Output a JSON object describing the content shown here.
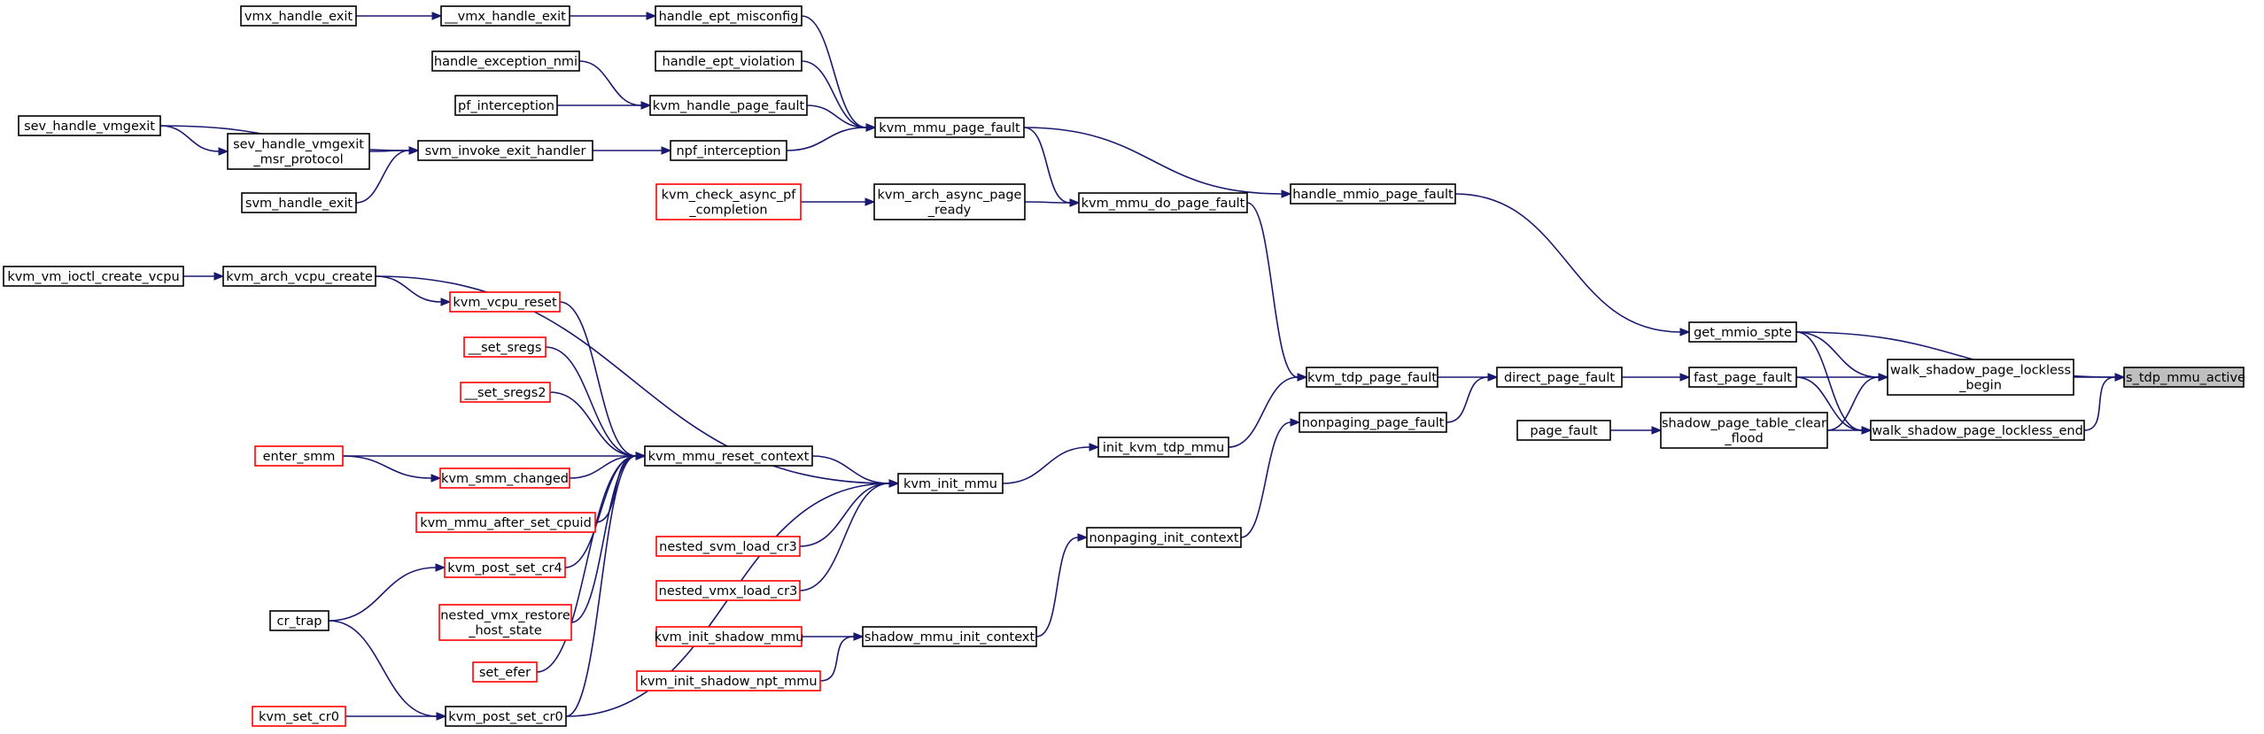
{
  "nodes": {
    "is_tdp_mmu_active": {
      "label": [
        "is_tdp_mmu_active"
      ],
      "style": "highlight"
    },
    "walk_shadow_page_lockless_begin": {
      "label": [
        "walk_shadow_page_lockless",
        "_begin"
      ],
      "style": "black"
    },
    "walk_shadow_page_lockless_end": {
      "label": [
        "walk_shadow_page_lockless_end"
      ],
      "style": "black"
    },
    "get_mmio_spte": {
      "label": [
        "get_mmio_spte"
      ],
      "style": "black"
    },
    "fast_page_fault": {
      "label": [
        "fast_page_fault"
      ],
      "style": "black"
    },
    "shadow_page_table_clear_flood": {
      "label": [
        "shadow_page_table_clear",
        "_flood"
      ],
      "style": "black"
    },
    "page_fault": {
      "label": [
        "page_fault"
      ],
      "style": "black"
    },
    "direct_page_fault": {
      "label": [
        "direct_page_fault"
      ],
      "style": "black"
    },
    "handle_mmio_page_fault": {
      "label": [
        "handle_mmio_page_fault"
      ],
      "style": "black"
    },
    "kvm_tdp_page_fault": {
      "label": [
        "kvm_tdp_page_fault"
      ],
      "style": "black"
    },
    "nonpaging_page_fault": {
      "label": [
        "nonpaging_page_fault"
      ],
      "style": "black"
    },
    "kvm_mmu_page_fault": {
      "label": [
        "kvm_mmu_page_fault"
      ],
      "style": "black"
    },
    "kvm_mmu_do_page_fault": {
      "label": [
        "kvm_mmu_do_page_fault"
      ],
      "style": "black"
    },
    "init_kvm_tdp_mmu": {
      "label": [
        "init_kvm_tdp_mmu"
      ],
      "style": "black"
    },
    "nonpaging_init_context": {
      "label": [
        "nonpaging_init_context"
      ],
      "style": "black"
    },
    "shadow_mmu_init_context": {
      "label": [
        "shadow_mmu_init_context"
      ],
      "style": "black"
    },
    "kvm_init_mmu": {
      "label": [
        "kvm_init_mmu"
      ],
      "style": "black"
    },
    "kvm_mmu_reset_context": {
      "label": [
        "kvm_mmu_reset_context"
      ],
      "style": "black"
    },
    "kvm_arch_async_page_ready": {
      "label": [
        "kvm_arch_async_page",
        "_ready"
      ],
      "style": "black"
    },
    "kvm_check_async_pf_completion": {
      "label": [
        "kvm_check_async_pf",
        "_completion"
      ],
      "style": "red"
    },
    "handle_ept_misconfig": {
      "label": [
        "handle_ept_misconfig"
      ],
      "style": "black"
    },
    "handle_ept_violation": {
      "label": [
        "handle_ept_violation"
      ],
      "style": "black"
    },
    "kvm_handle_page_fault": {
      "label": [
        "kvm_handle_page_fault"
      ],
      "style": "black"
    },
    "npf_interception": {
      "label": [
        "npf_interception"
      ],
      "style": "black"
    },
    "__vmx_handle_exit": {
      "label": [
        "__vmx_handle_exit"
      ],
      "style": "black"
    },
    "vmx_handle_exit": {
      "label": [
        "vmx_handle_exit"
      ],
      "style": "black"
    },
    "handle_exception_nmi": {
      "label": [
        "handle_exception_nmi"
      ],
      "style": "black"
    },
    "pf_interception": {
      "label": [
        "pf_interception"
      ],
      "style": "black"
    },
    "svm_invoke_exit_handler": {
      "label": [
        "svm_invoke_exit_handler"
      ],
      "style": "black"
    },
    "sev_handle_vmgexit_msr_protocol": {
      "label": [
        "sev_handle_vmgexit",
        "_msr_protocol"
      ],
      "style": "black"
    },
    "sev_handle_vmgexit": {
      "label": [
        "sev_handle_vmgexit"
      ],
      "style": "black"
    },
    "svm_handle_exit": {
      "label": [
        "svm_handle_exit"
      ],
      "style": "black"
    },
    "kvm_arch_vcpu_create": {
      "label": [
        "kvm_arch_vcpu_create"
      ],
      "style": "black"
    },
    "kvm_vm_ioctl_create_vcpu": {
      "label": [
        "kvm_vm_ioctl_create_vcpu"
      ],
      "style": "black"
    },
    "kvm_vcpu_reset": {
      "label": [
        "kvm_vcpu_reset"
      ],
      "style": "red"
    },
    "__set_sregs": {
      "label": [
        "__set_sregs"
      ],
      "style": "red"
    },
    "__set_sregs2": {
      "label": [
        "__set_sregs2"
      ],
      "style": "red"
    },
    "enter_smm": {
      "label": [
        "enter_smm"
      ],
      "style": "red"
    },
    "kvm_smm_changed": {
      "label": [
        "kvm_smm_changed"
      ],
      "style": "red"
    },
    "kvm_mmu_after_set_cpuid": {
      "label": [
        "kvm_mmu_after_set_cpuid"
      ],
      "style": "red"
    },
    "kvm_post_set_cr4": {
      "label": [
        "kvm_post_set_cr4"
      ],
      "style": "red"
    },
    "nested_vmx_restore_host_state": {
      "label": [
        "nested_vmx_restore",
        "_host_state"
      ],
      "style": "red"
    },
    "set_efer": {
      "label": [
        "set_efer"
      ],
      "style": "red"
    },
    "kvm_post_set_cr0": {
      "label": [
        "kvm_post_set_cr0"
      ],
      "style": "black"
    },
    "kvm_set_cr0": {
      "label": [
        "kvm_set_cr0"
      ],
      "style": "red"
    },
    "cr_trap": {
      "label": [
        "cr_trap"
      ],
      "style": "black"
    },
    "nested_svm_load_cr3": {
      "label": [
        "nested_svm_load_cr3"
      ],
      "style": "red"
    },
    "nested_vmx_load_cr3": {
      "label": [
        "nested_vmx_load_cr3"
      ],
      "style": "red"
    },
    "kvm_init_shadow_mmu": {
      "label": [
        "kvm_init_shadow_mmu"
      ],
      "style": "red"
    },
    "kvm_init_shadow_npt_mmu": {
      "label": [
        "kvm_init_shadow_npt_mmu"
      ],
      "style": "red"
    }
  },
  "edges": [
    [
      "walk_shadow_page_lockless_begin",
      "is_tdp_mmu_active"
    ],
    [
      "walk_shadow_page_lockless_end",
      "is_tdp_mmu_active"
    ],
    [
      "get_mmio_spte",
      "is_tdp_mmu_active"
    ],
    [
      "get_mmio_spte",
      "walk_shadow_page_lockless_begin"
    ],
    [
      "get_mmio_spte",
      "walk_shadow_page_lockless_end"
    ],
    [
      "fast_page_fault",
      "walk_shadow_page_lockless_begin"
    ],
    [
      "fast_page_fault",
      "walk_shadow_page_lockless_end"
    ],
    [
      "shadow_page_table_clear_flood",
      "walk_shadow_page_lockless_begin"
    ],
    [
      "shadow_page_table_clear_flood",
      "walk_shadow_page_lockless_end"
    ],
    [
      "page_fault",
      "shadow_page_table_clear_flood"
    ],
    [
      "direct_page_fault",
      "fast_page_fault"
    ],
    [
      "handle_mmio_page_fault",
      "get_mmio_spte"
    ],
    [
      "kvm_tdp_page_fault",
      "direct_page_fault"
    ],
    [
      "nonpaging_page_fault",
      "direct_page_fault"
    ],
    [
      "kvm_mmu_page_fault",
      "handle_mmio_page_fault"
    ],
    [
      "kvm_mmu_page_fault",
      "kvm_mmu_do_page_fault"
    ],
    [
      "kvm_mmu_do_page_fault",
      "kvm_tdp_page_fault"
    ],
    [
      "init_kvm_tdp_mmu",
      "kvm_tdp_page_fault"
    ],
    [
      "nonpaging_init_context",
      "nonpaging_page_fault"
    ],
    [
      "shadow_mmu_init_context",
      "nonpaging_init_context"
    ],
    [
      "kvm_init_mmu",
      "init_kvm_tdp_mmu"
    ],
    [
      "kvm_mmu_reset_context",
      "kvm_init_mmu"
    ],
    [
      "kvm_arch_async_page_ready",
      "kvm_mmu_do_page_fault"
    ],
    [
      "kvm_check_async_pf_completion",
      "kvm_arch_async_page_ready"
    ],
    [
      "handle_ept_misconfig",
      "kvm_mmu_page_fault"
    ],
    [
      "handle_ept_violation",
      "kvm_mmu_page_fault"
    ],
    [
      "kvm_handle_page_fault",
      "kvm_mmu_page_fault"
    ],
    [
      "npf_interception",
      "kvm_mmu_page_fault"
    ],
    [
      "__vmx_handle_exit",
      "handle_ept_misconfig"
    ],
    [
      "vmx_handle_exit",
      "__vmx_handle_exit"
    ],
    [
      "handle_exception_nmi",
      "kvm_handle_page_fault"
    ],
    [
      "pf_interception",
      "kvm_handle_page_fault"
    ],
    [
      "svm_invoke_exit_handler",
      "npf_interception"
    ],
    [
      "sev_handle_vmgexit_msr_protocol",
      "svm_invoke_exit_handler"
    ],
    [
      "sev_handle_vmgexit",
      "sev_handle_vmgexit_msr_protocol"
    ],
    [
      "sev_handle_vmgexit",
      "svm_invoke_exit_handler"
    ],
    [
      "svm_handle_exit",
      "svm_invoke_exit_handler"
    ],
    [
      "kvm_arch_vcpu_create",
      "kvm_init_mmu"
    ],
    [
      "kvm_vm_ioctl_create_vcpu",
      "kvm_arch_vcpu_create"
    ],
    [
      "kvm_arch_vcpu_create",
      "kvm_vcpu_reset"
    ],
    [
      "kvm_vcpu_reset",
      "kvm_mmu_reset_context"
    ],
    [
      "__set_sregs",
      "kvm_mmu_reset_context"
    ],
    [
      "__set_sregs2",
      "kvm_mmu_reset_context"
    ],
    [
      "enter_smm",
      "kvm_mmu_reset_context"
    ],
    [
      "enter_smm",
      "kvm_smm_changed"
    ],
    [
      "kvm_smm_changed",
      "kvm_mmu_reset_context"
    ],
    [
      "kvm_mmu_after_set_cpuid",
      "kvm_mmu_reset_context"
    ],
    [
      "kvm_post_set_cr4",
      "kvm_mmu_reset_context"
    ],
    [
      "nested_vmx_restore_host_state",
      "kvm_mmu_reset_context"
    ],
    [
      "set_efer",
      "kvm_mmu_reset_context"
    ],
    [
      "kvm_post_set_cr0",
      "kvm_mmu_reset_context"
    ],
    [
      "kvm_post_set_cr0",
      "kvm_init_mmu"
    ],
    [
      "kvm_set_cr0",
      "kvm_post_set_cr0"
    ],
    [
      "cr_trap",
      "kvm_post_set_cr0"
    ],
    [
      "cr_trap",
      "kvm_post_set_cr4"
    ],
    [
      "nested_svm_load_cr3",
      "kvm_init_mmu"
    ],
    [
      "nested_vmx_load_cr3",
      "kvm_init_mmu"
    ],
    [
      "kvm_init_shadow_mmu",
      "shadow_mmu_init_context"
    ],
    [
      "kvm_init_shadow_npt_mmu",
      "shadow_mmu_init_context"
    ]
  ],
  "colors": {
    "edge": "#191970",
    "node_border": "#000000",
    "node_border_red": "#ff0000",
    "highlight_fill": "#bfbfbf",
    "background": "#ffffff"
  }
}
